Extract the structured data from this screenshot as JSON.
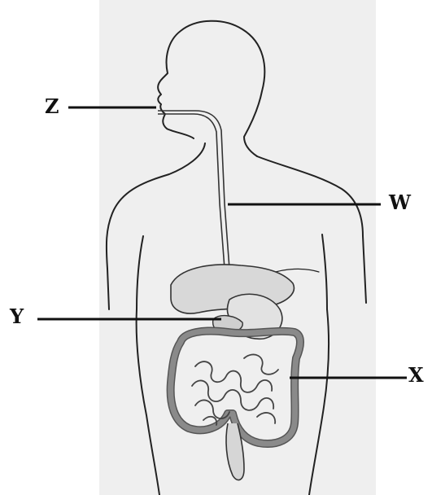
{
  "labels": {
    "z": "Z",
    "w": "W",
    "y": "Y",
    "x": "X"
  },
  "colors": {
    "panel_background": "#efefef",
    "outline": "#222222",
    "organ_shade": "#cfcfcf",
    "intestine_dark": "#8a8a8a"
  }
}
